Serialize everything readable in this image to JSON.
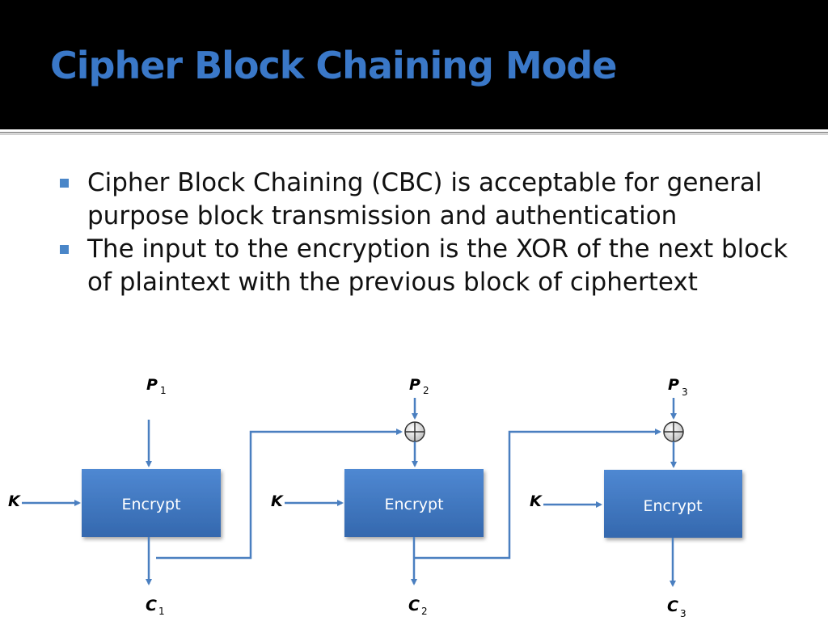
{
  "slide": {
    "title": "Cipher Block Chaining Mode",
    "bullets": [
      "Cipher Block Chaining (CBC) is acceptable for general purpose block transmission and authentication",
      "The input to the encryption is the XOR of the next block of plaintext with the previous block of ciphertext"
    ]
  },
  "diagram": {
    "stages": [
      {
        "plaintext": "P",
        "plaintext_sub": "1",
        "key": "K",
        "block": "Encrypt",
        "ciphertext": "C",
        "ciphertext_sub": "1",
        "xor": false
      },
      {
        "plaintext": "P",
        "plaintext_sub": "2",
        "key": "K",
        "block": "Encrypt",
        "ciphertext": "C",
        "ciphertext_sub": "2",
        "xor": true
      },
      {
        "plaintext": "P",
        "plaintext_sub": "3",
        "key": "K",
        "block": "Encrypt",
        "ciphertext": "C",
        "ciphertext_sub": "3",
        "xor": true
      }
    ],
    "colors": {
      "block": "#3f78c0",
      "arrow": "#4a7fc0",
      "title": "#3a78c8"
    }
  }
}
